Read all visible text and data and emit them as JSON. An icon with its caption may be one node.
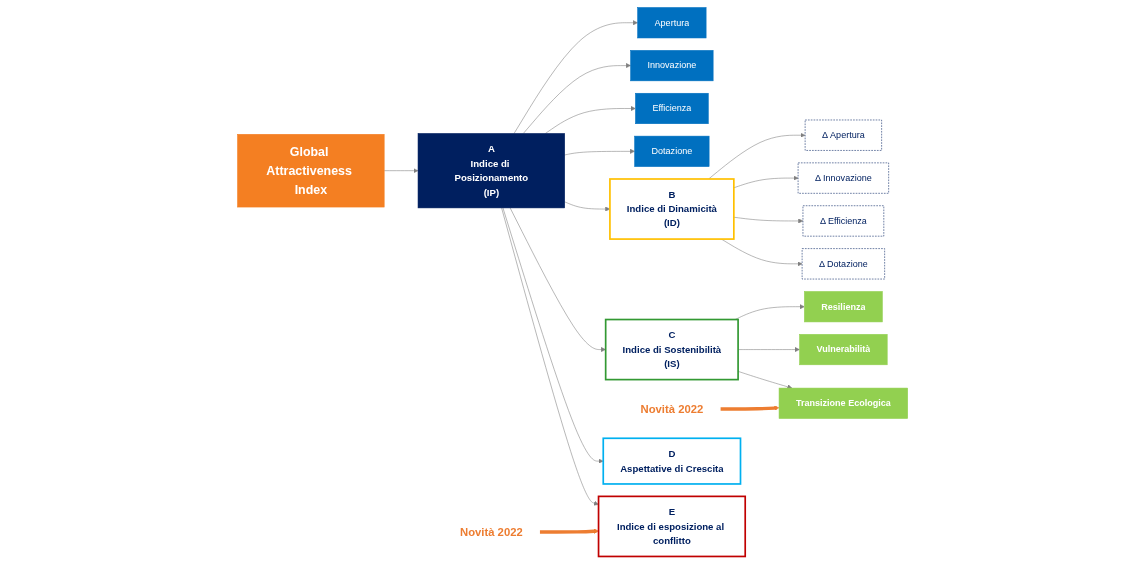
{
  "diagram": {
    "nodes": [
      {
        "text": [
          "Global Attractiveness Index"
        ]
      },
      {
        "text": [
          "A",
          "Indice di Posizionamento",
          "(IP)"
        ]
      },
      {
        "text": [
          "Apertura"
        ]
      },
      {
        "text": [
          "Innovazione"
        ]
      },
      {
        "text": [
          "Efficienza"
        ]
      },
      {
        "text": [
          "Dotazione"
        ]
      },
      {
        "text": [
          "B",
          "Indice di Dinamicità",
          "(ID)"
        ]
      },
      {
        "text": [
          "Δ Apertura"
        ]
      },
      {
        "text": [
          "Δ Innovazione"
        ]
      },
      {
        "text": [
          "Δ Efficienza"
        ]
      },
      {
        "text": [
          "Δ Dotazione"
        ]
      },
      {
        "text": [
          "C",
          "Indice di Sostenibilità",
          "(IS)"
        ]
      },
      {
        "text": [
          "Resilienza"
        ]
      },
      {
        "text": [
          "Vulnerabilità"
        ]
      },
      {
        "text": [
          "Transizione Ecologica"
        ]
      },
      {
        "text": [
          "D",
          "Aspettative di Crescita"
        ]
      },
      {
        "text": [
          "E",
          "Indice di esposizione al conflitto"
        ]
      },
      {
        "text": [
          "Novità 2022"
        ]
      },
      {
        "text": [
          "Novità 2022"
        ]
      }
    ],
    "edges": [
      {
        "from": 0,
        "to": 1,
        "arrow": "to"
      },
      {
        "from": 1,
        "to": 2,
        "arrow": "to"
      },
      {
        "from": 1,
        "to": 3,
        "arrow": "to"
      },
      {
        "from": 1,
        "to": 4,
        "arrow": "to"
      },
      {
        "from": 1,
        "to": 5,
        "arrow": "to"
      },
      {
        "from": 1,
        "to": 6,
        "arrow": "to"
      },
      {
        "from": 1,
        "to": 11,
        "arrow": "to"
      },
      {
        "from": 1,
        "to": 15,
        "arrow": "to"
      },
      {
        "from": 1,
        "to": 16,
        "arrow": "to"
      },
      {
        "from": 6,
        "to": 7,
        "arrow": "to"
      },
      {
        "from": 6,
        "to": 8,
        "arrow": "to"
      },
      {
        "from": 6,
        "to": 9,
        "arrow": "to"
      },
      {
        "from": 6,
        "to": 10,
        "arrow": "to"
      },
      {
        "from": 11,
        "to": 12,
        "arrow": "to"
      },
      {
        "from": 11,
        "to": 13,
        "arrow": "to"
      },
      {
        "from": 11,
        "to": 14,
        "arrow": "to"
      },
      {
        "from": 17,
        "to": 14,
        "arrow": "to",
        "style": "thick",
        "color": "#ed7d31"
      },
      {
        "from": 18,
        "to": 16,
        "arrow": "to",
        "style": "thick",
        "color": "#ed7d31"
      }
    ]
  }
}
